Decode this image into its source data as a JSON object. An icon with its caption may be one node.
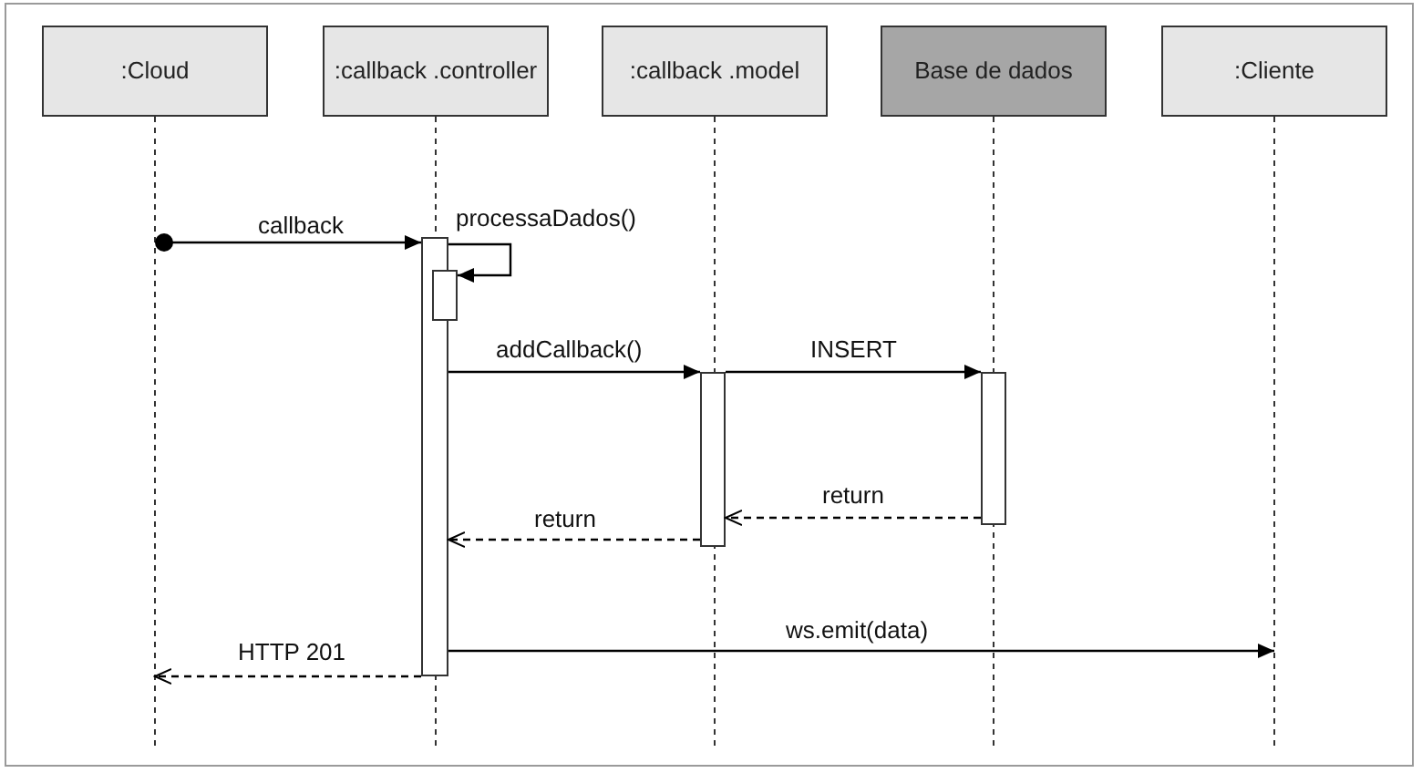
{
  "diagram": {
    "nodes": [
      {
        "text": [
          ":Cloud"
        ]
      },
      {
        "text": [
          ":callback .controller"
        ]
      },
      {
        "text": [
          ":callback .model"
        ]
      },
      {
        "text": [
          "Base de dados"
        ]
      },
      {
        "text": [
          ":Cliente"
        ]
      },
      {
        "text": [],
        "shape": "bar",
        "in": 1
      },
      {
        "text": [],
        "shape": "bar",
        "in": 1
      },
      {
        "text": [],
        "shape": "bar",
        "in": 2
      },
      {
        "text": [],
        "shape": "bar",
        "in": 3
      }
    ],
    "edges": [
      {
        "from": 0,
        "to": 5,
        "arrow": "to",
        "label": "callback"
      },
      {
        "from": 5,
        "to": 6,
        "arrow": "to",
        "label": "processaDados()"
      },
      {
        "from": 5,
        "to": 7,
        "arrow": "to",
        "label": "addCallback()"
      },
      {
        "from": 7,
        "to": 8,
        "arrow": "to",
        "label": "INSERT"
      },
      {
        "from": 8,
        "to": 7,
        "arrow": "to",
        "label": "return",
        "style": "dashed"
      },
      {
        "from": 7,
        "to": 5,
        "arrow": "to",
        "label": "return",
        "style": "dashed"
      },
      {
        "from": 5,
        "to": 4,
        "arrow": "to",
        "label": "ws.emit(data)"
      },
      {
        "from": 5,
        "to": 0,
        "arrow": "to",
        "label": "HTTP 201",
        "style": "dashed"
      }
    ]
  }
}
